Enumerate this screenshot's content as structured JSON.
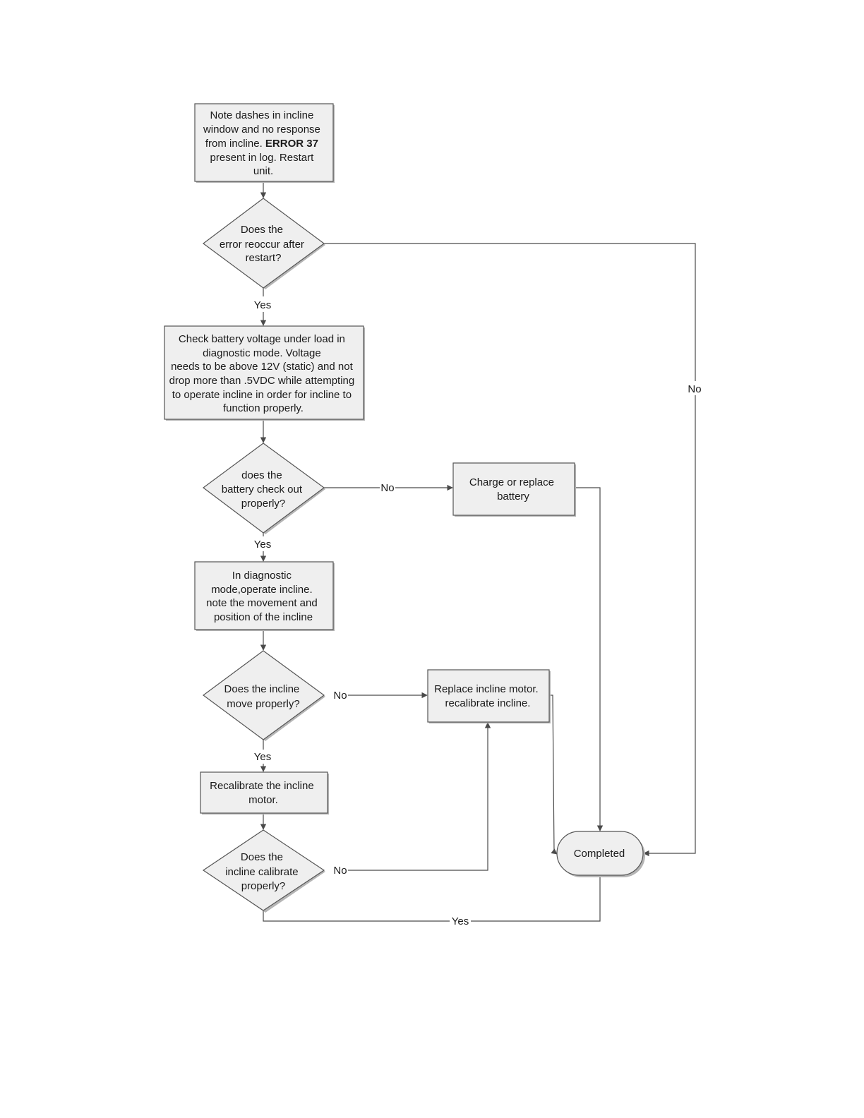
{
  "nodes": {
    "start": {
      "lines": [
        "Note dashes in incline",
        "window and no response",
        "from incline. ",
        "present in log. Restart",
        "unit."
      ],
      "bold": "ERROR 37"
    },
    "q_reoccur": {
      "lines": [
        "Does the",
        "error reoccur after",
        "restart?"
      ]
    },
    "check_battery": {
      "lines": [
        "Check battery voltage under load in",
        "diagnostic mode. Voltage",
        "needs to be above 12V (static) and not",
        "drop more than .5VDC while attempting",
        "to operate incline in order for incline to",
        "function properly."
      ]
    },
    "q_battery": {
      "lines": [
        "does the",
        "battery check out",
        "properly?"
      ]
    },
    "charge_battery": {
      "lines": [
        "Charge or replace",
        "battery"
      ]
    },
    "diag_operate": {
      "lines": [
        "In diagnostic",
        "mode,operate incline.",
        "note the movement and",
        "position of the incline"
      ]
    },
    "q_move": {
      "lines": [
        "Does the incline",
        "move properly?"
      ]
    },
    "replace_motor": {
      "lines": [
        "Replace incline motor.",
        "recalibrate incline."
      ]
    },
    "recalibrate": {
      "lines": [
        "Recalibrate the incline",
        "motor."
      ]
    },
    "q_calibrate": {
      "lines": [
        "Does the",
        "incline calibrate",
        "properly?"
      ]
    },
    "completed": {
      "lines": [
        "Completed"
      ]
    }
  },
  "edge_labels": {
    "yes": "Yes",
    "no": "No"
  }
}
